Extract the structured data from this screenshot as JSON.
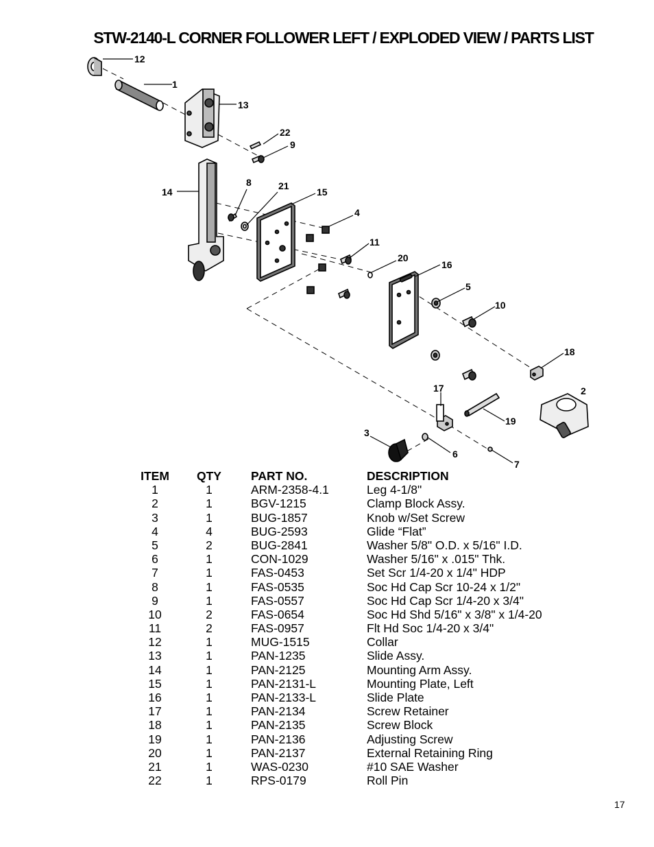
{
  "page_title": "STW-2140-L CORNER FOLLOWER LEFT / EXPLODED VIEW / PARTS LIST",
  "callouts": {
    "c1": "1",
    "c2": "2",
    "c3": "3",
    "c4": "4",
    "c5": "5",
    "c6": "6",
    "c7": "7",
    "c8": "8",
    "c9": "9",
    "c10": "10",
    "c11": "11",
    "c12": "12",
    "c13": "13",
    "c14": "14",
    "c15": "15",
    "c16": "16",
    "c17": "17",
    "c18": "18",
    "c19": "19",
    "c20": "20",
    "c21": "21",
    "c22": "22"
  },
  "parts_list": {
    "headers": {
      "item": "ITEM",
      "qty": "QTY",
      "part_no": "PART NO.",
      "description": "DESCRIPTION"
    },
    "rows": [
      {
        "item": "1",
        "qty": "1",
        "part_no": "ARM-2358-4.1",
        "description": "Leg 4-1/8\""
      },
      {
        "item": "2",
        "qty": "1",
        "part_no": "BGV-1215",
        "description": "Clamp Block Assy."
      },
      {
        "item": "3",
        "qty": "1",
        "part_no": "BUG-1857",
        "description": "Knob w/Set Screw"
      },
      {
        "item": "4",
        "qty": "4",
        "part_no": "BUG-2593",
        "description": "Glide “Flat”"
      },
      {
        "item": "5",
        "qty": "2",
        "part_no": "BUG-2841",
        "description": "Washer 5/8\" O.D. x 5/16\" I.D."
      },
      {
        "item": "6",
        "qty": "1",
        "part_no": "CON-1029",
        "description": "Washer 5/16\" x .015\" Thk."
      },
      {
        "item": "7",
        "qty": "1",
        "part_no": "FAS-0453",
        "description": "Set Scr 1/4-20 x 1/4\" HDP"
      },
      {
        "item": "8",
        "qty": "1",
        "part_no": "FAS-0535",
        "description": "Soc Hd Cap Scr 10-24 x 1/2\""
      },
      {
        "item": "9",
        "qty": "1",
        "part_no": "FAS-0557",
        "description": "Soc Hd Cap Scr 1/4-20 x 3/4\""
      },
      {
        "item": "10",
        "qty": "2",
        "part_no": "FAS-0654",
        "description": "Soc Hd Shd 5/16\" x 3/8\" x 1/4-20"
      },
      {
        "item": "11",
        "qty": "2",
        "part_no": "FAS-0957",
        "description": "Flt Hd Soc 1/4-20 x 3/4\""
      },
      {
        "item": "12",
        "qty": "1",
        "part_no": "MUG-1515",
        "description": "Collar"
      },
      {
        "item": "13",
        "qty": "1",
        "part_no": "PAN-1235",
        "description": "Slide Assy."
      },
      {
        "item": "14",
        "qty": "1",
        "part_no": "PAN-2125",
        "description": "Mounting Arm Assy."
      },
      {
        "item": "15",
        "qty": "1",
        "part_no": "PAN-2131-L",
        "description": "Mounting Plate, Left"
      },
      {
        "item": "16",
        "qty": "1",
        "part_no": "PAN-2133-L",
        "description": "Slide Plate"
      },
      {
        "item": "17",
        "qty": "1",
        "part_no": "PAN-2134",
        "description": "Screw Retainer"
      },
      {
        "item": "18",
        "qty": "1",
        "part_no": "PAN-2135",
        "description": "Screw Block"
      },
      {
        "item": "19",
        "qty": "1",
        "part_no": "PAN-2136",
        "description": "Adjusting Screw"
      },
      {
        "item": "20",
        "qty": "1",
        "part_no": "PAN-2137",
        "description": "External Retaining Ring"
      },
      {
        "item": "21",
        "qty": "1",
        "part_no": "WAS-0230",
        "description": "#10 SAE Washer"
      },
      {
        "item": "22",
        "qty": "1",
        "part_no": "RPS-0179",
        "description": "Roll Pin"
      }
    ]
  },
  "page_number": "17"
}
